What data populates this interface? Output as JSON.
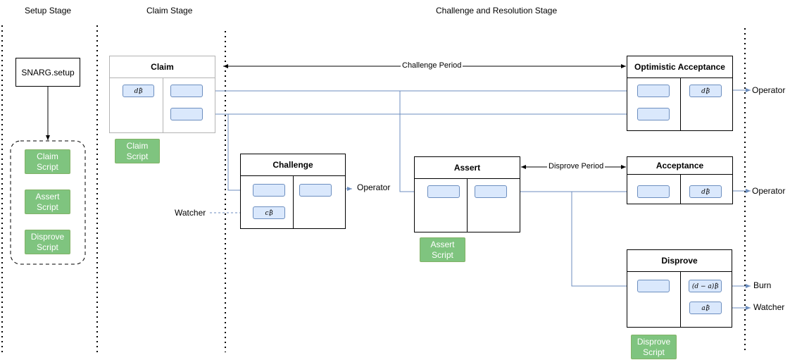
{
  "stages": {
    "setup": "Setup Stage",
    "claim": "Claim Stage",
    "challenge_resolution": "Challenge and Resolution  Stage"
  },
  "setup": {
    "snarg_setup": "SNARG.setup",
    "scripts": [
      "Claim Script",
      "Assert Script",
      "Disprove Script"
    ]
  },
  "claim": {
    "title": "Claim",
    "amount": "d₿",
    "script": "Claim Script"
  },
  "challenge": {
    "title": "Challenge",
    "amount": "c₿",
    "watcher": "Watcher",
    "operator": "Operator"
  },
  "assert": {
    "title": "Assert",
    "script": "Assert Script"
  },
  "optimistic_acceptance": {
    "title": "Optimistic Acceptance",
    "amount": "d₿",
    "operator": "Operator"
  },
  "acceptance": {
    "title": "Acceptance",
    "amount": "d₿",
    "operator": "Operator"
  },
  "disprove": {
    "title": "Disprove",
    "burn_amount": "(d − a)₿",
    "watcher_amount": "a₿",
    "burn": "Burn",
    "watcher": "Watcher",
    "script": "Disprove Script"
  },
  "periods": {
    "challenge": "Challenge Period",
    "disprove": "Disprove Period"
  },
  "colors": {
    "connector": "#6c8ebf",
    "slot_fill": "#dae8fc",
    "script_fill": "#7fc47f",
    "frame": "#000000"
  }
}
